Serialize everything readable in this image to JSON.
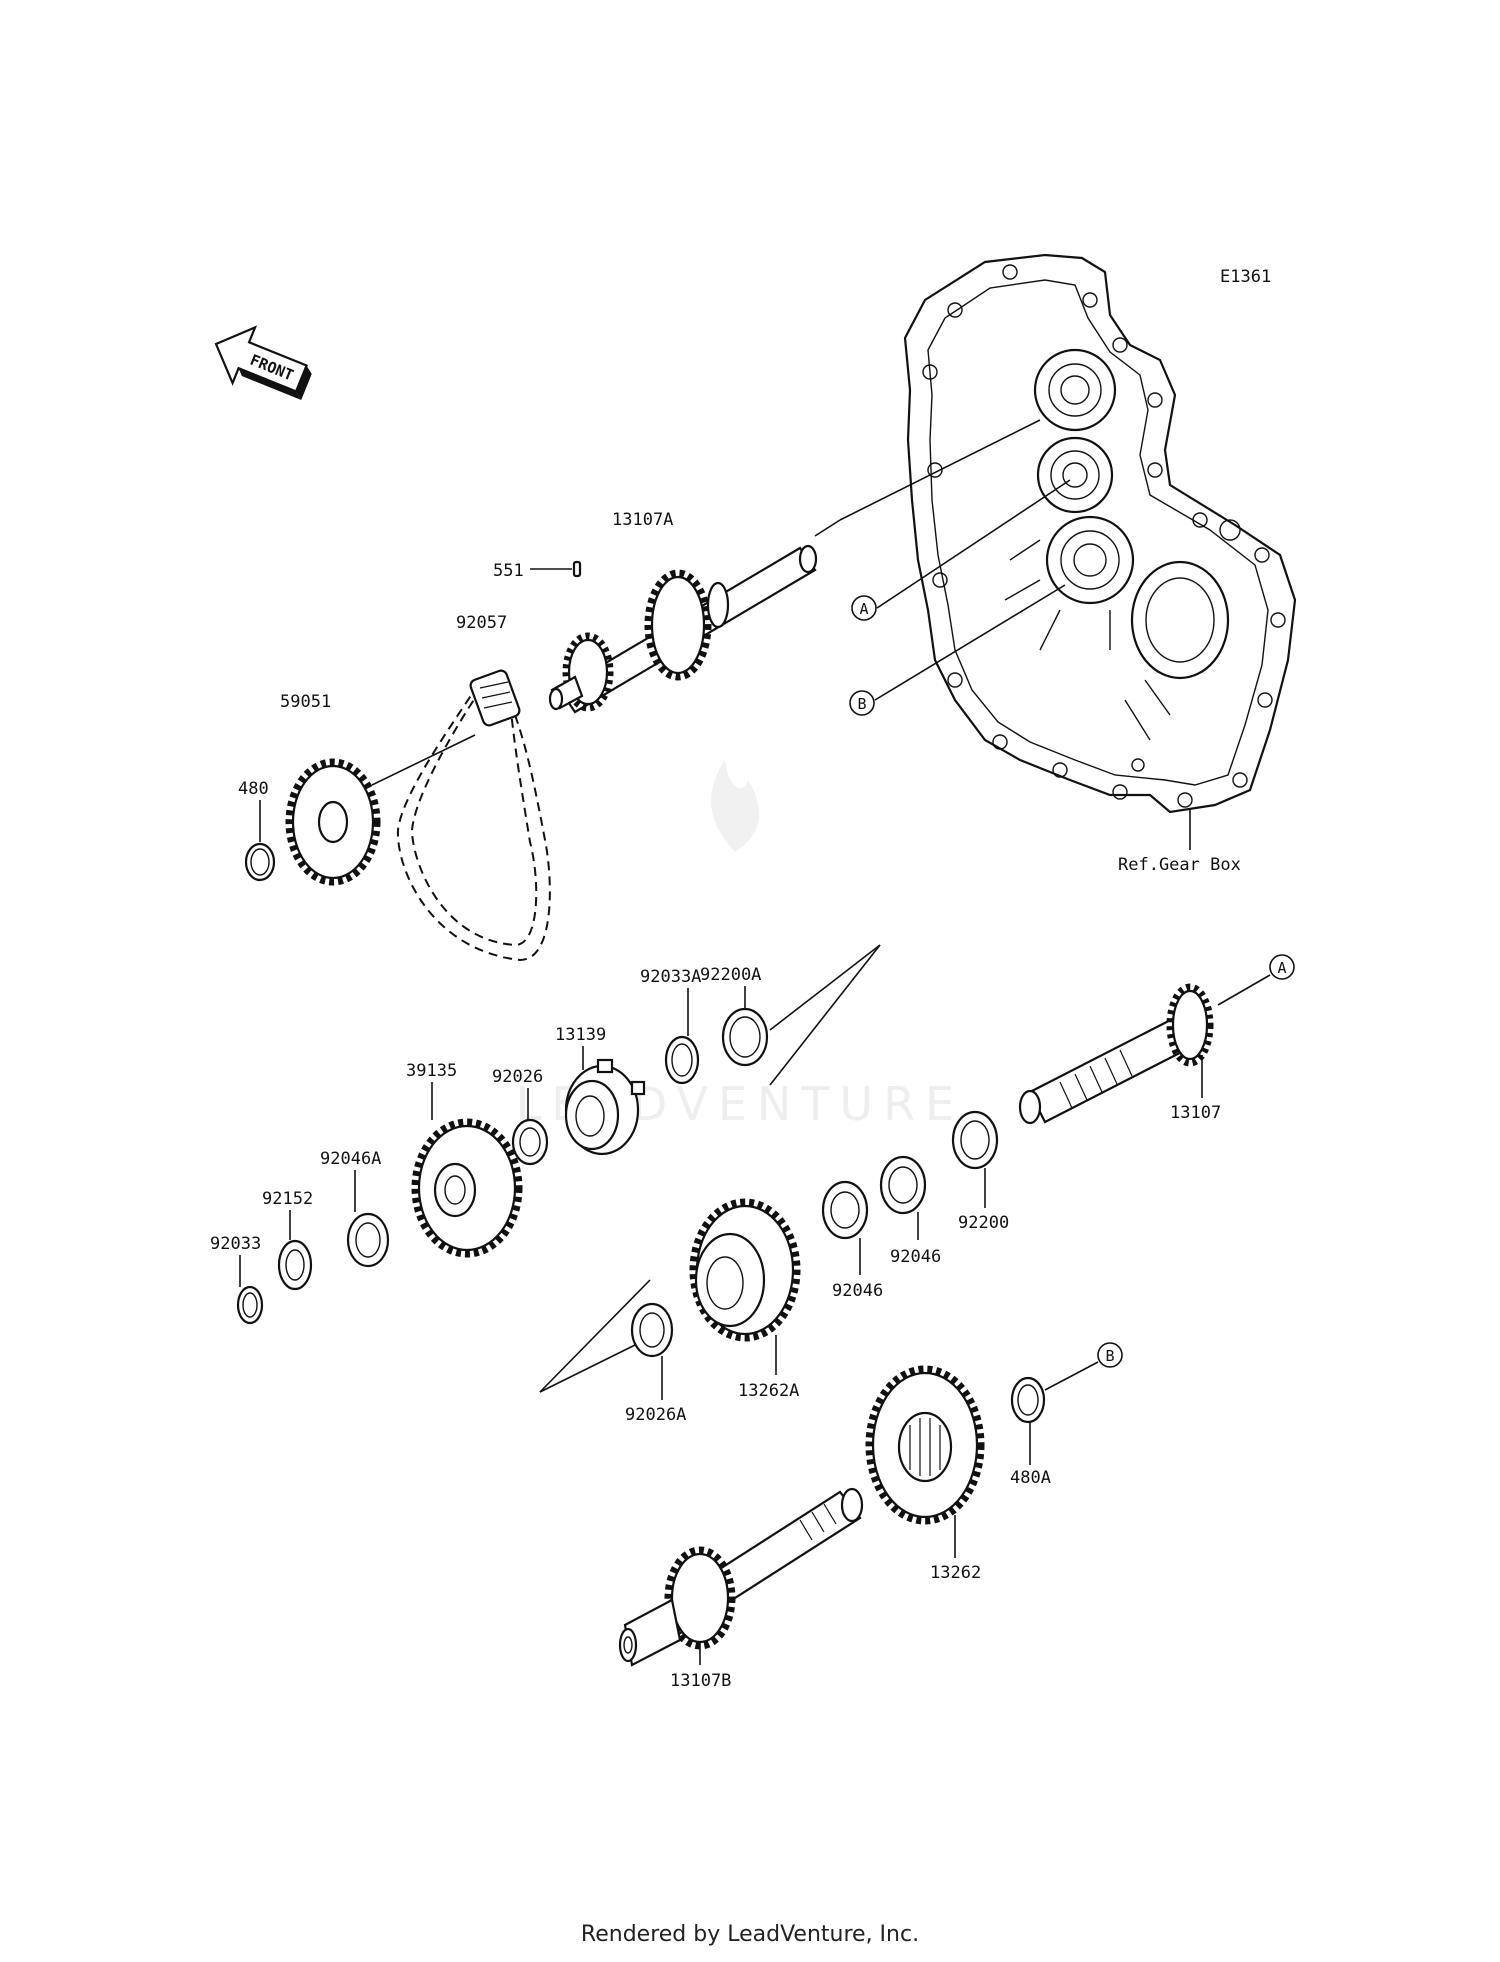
{
  "diagram": {
    "code": "E1361",
    "front_label": "FRONT",
    "ref_label": "Ref.Gear Box",
    "watermark": "LEADVENTURE",
    "footer": "Rendered by LeadVenture, Inc.",
    "markers": {
      "a": "A",
      "b": "B"
    },
    "labels": {
      "p13107A": "13107A",
      "p551": "551",
      "p92057": "92057",
      "p59051": "59051",
      "p480": "480",
      "p92200A": "92200A",
      "p92033A": "92033A",
      "p13139": "13139",
      "p39135": "39135",
      "p92026": "92026",
      "p92046A": "92046A",
      "p92152": "92152",
      "p92033": "92033",
      "p13107": "13107",
      "p92200": "92200",
      "p92046_1": "92046",
      "p92046_2": "92046",
      "p13262A": "13262A",
      "p92026A": "92026A",
      "p480A": "480A",
      "p13262": "13262",
      "p13107B": "13107B"
    }
  }
}
